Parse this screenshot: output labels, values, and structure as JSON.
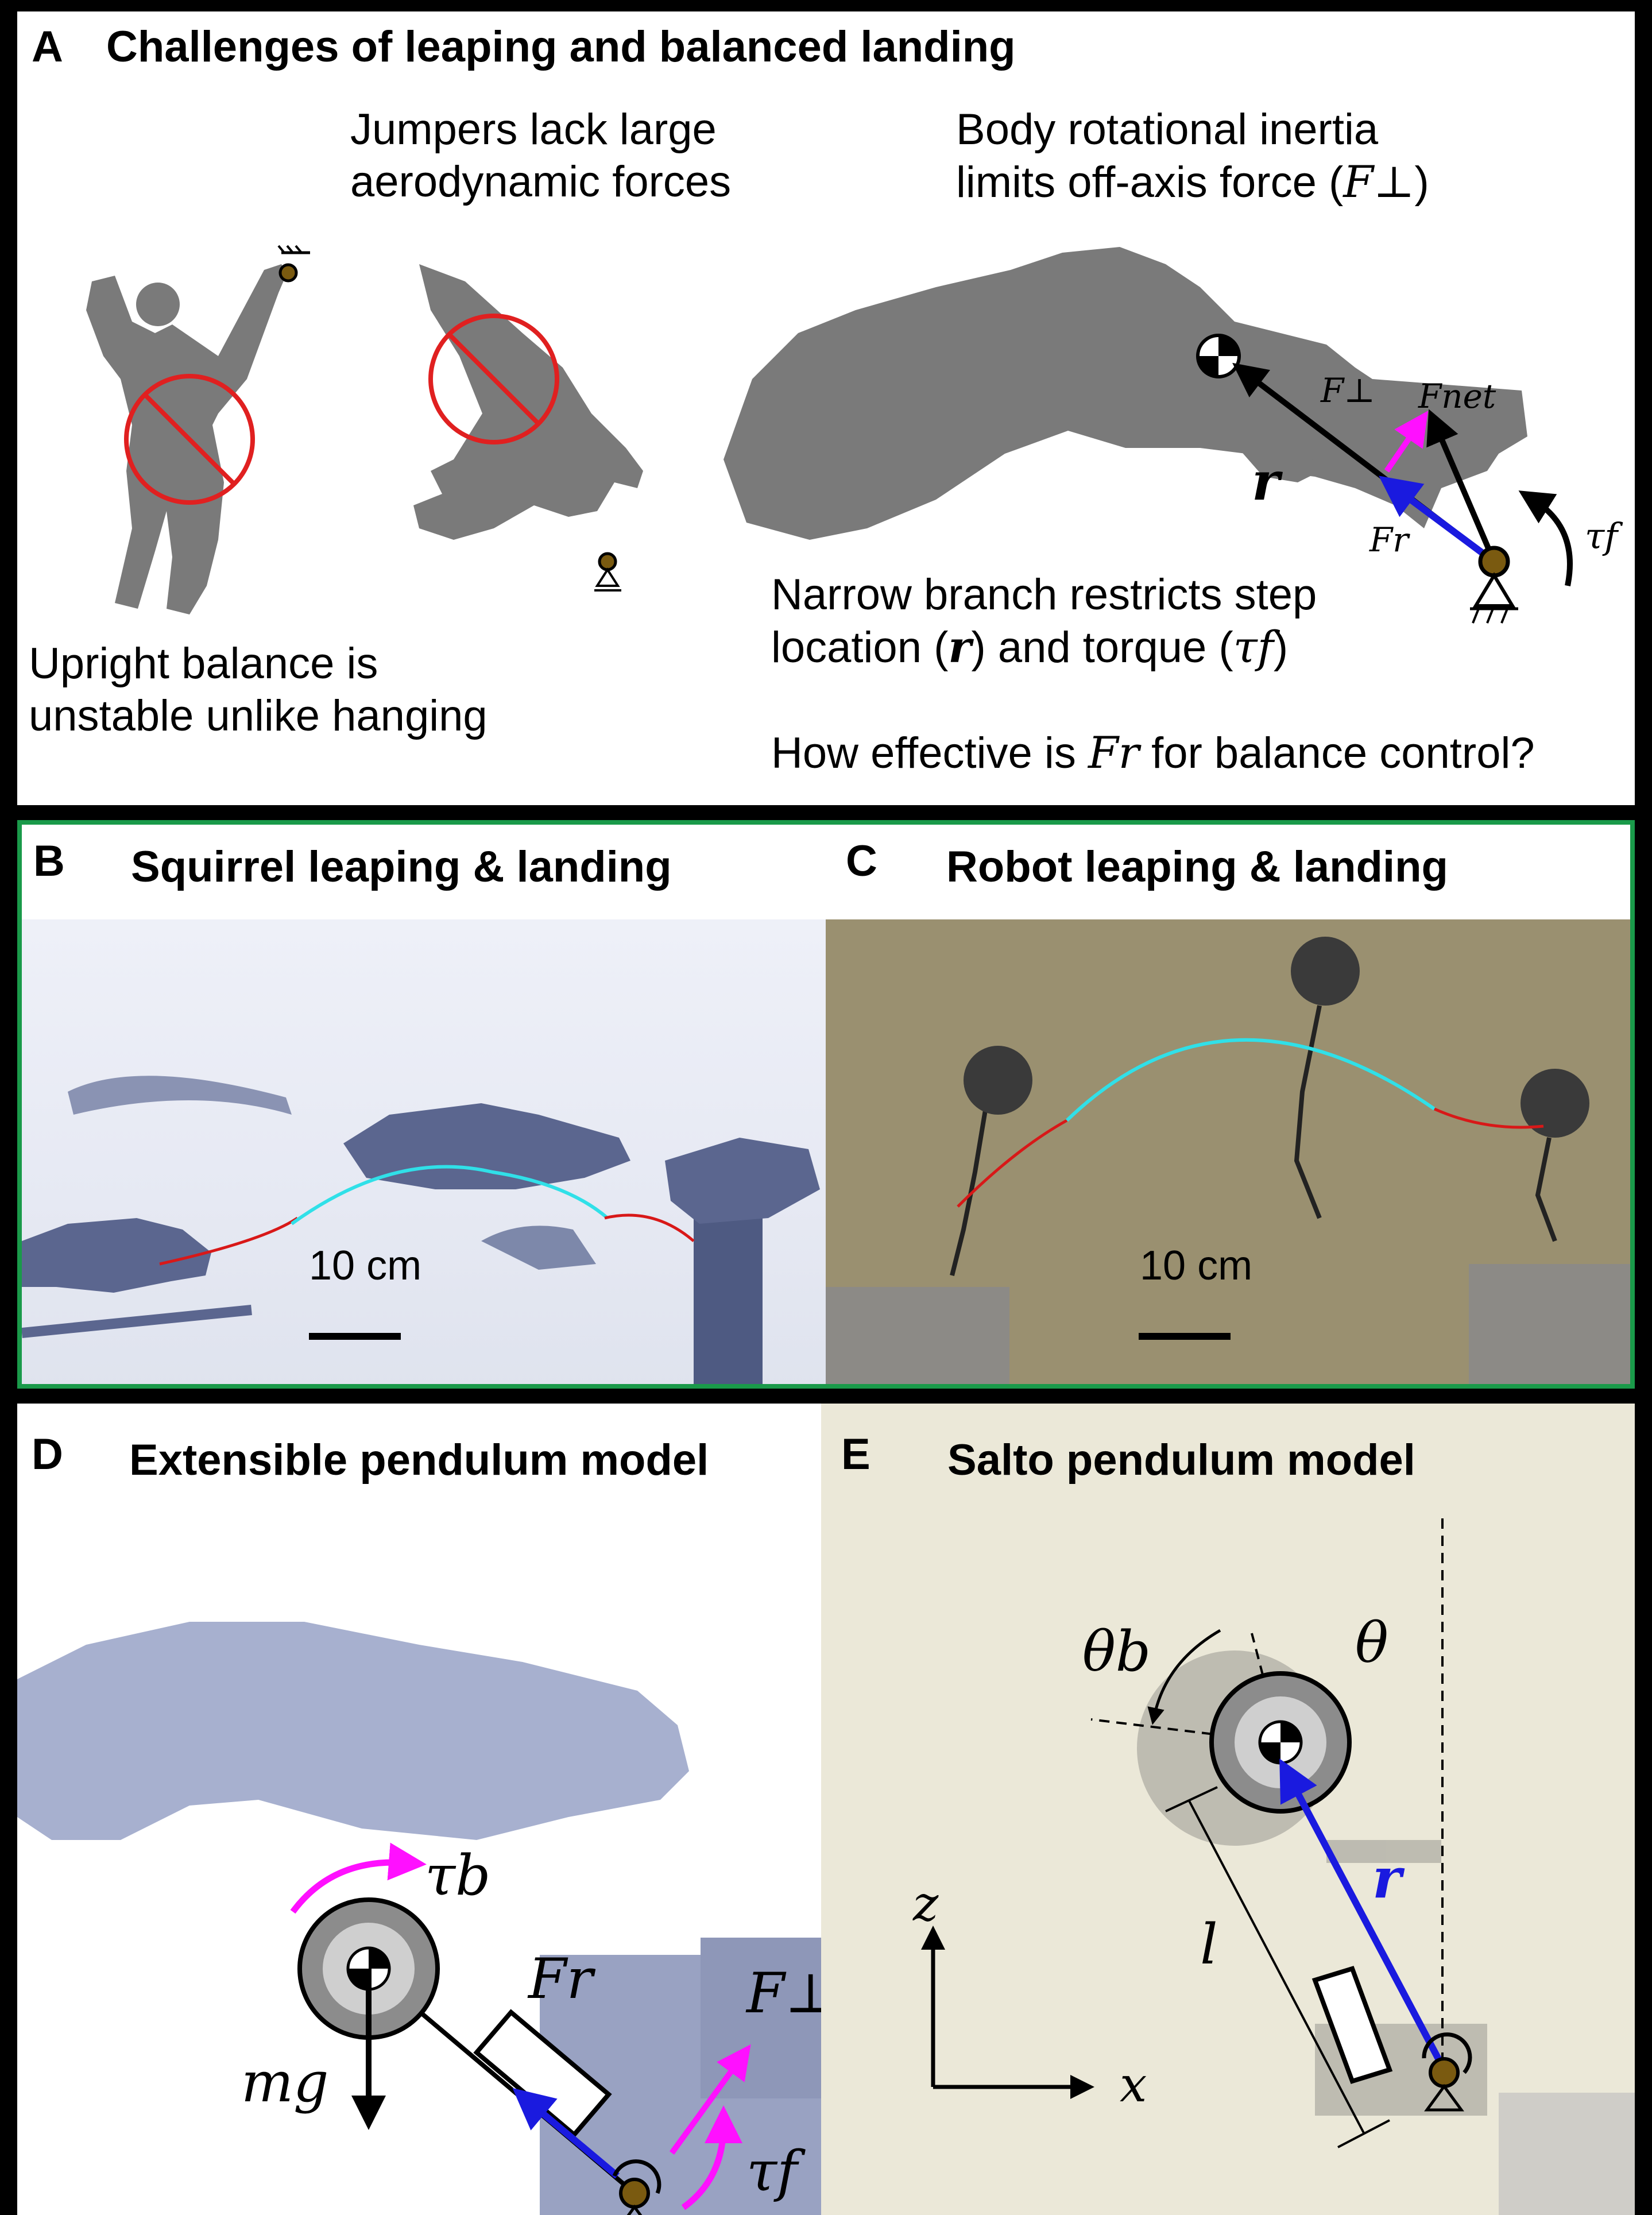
{
  "panelA": {
    "letter": "A",
    "title": "Challenges of leaping and balanced landing",
    "jumpers_line1": "Jumpers lack large",
    "jumpers_line2": "aerodynamic forces",
    "inertia_line1": "Body rotational inertia",
    "inertia_line2_pre": "limits off-axis force (",
    "inertia_sym": "F⊥",
    "inertia_line2_post": ")",
    "upright_line1": "Upright balance is",
    "upright_line2": "unstable unlike hanging",
    "branch_line1": "Narrow branch restricts step",
    "branch_line2_a": "location (",
    "branch_r": "r",
    "branch_line2_b": ") and torque (",
    "branch_tau": "τf",
    "branch_line2_c": ")",
    "question_pre": "How effective is ",
    "question_sym": "Fr",
    "question_post": " for balance control?",
    "sym_F_perp": "F⊥",
    "sym_F_net": "Fnet",
    "sym_r": "r",
    "sym_F_r": "Fr",
    "sym_tau_f": "τf"
  },
  "panelB": {
    "letter": "B",
    "title": "Squirrel leaping & landing",
    "scale_label": "10 cm"
  },
  "panelC": {
    "letter": "C",
    "title": "Robot leaping & landing",
    "scale_label": "10 cm"
  },
  "panelD": {
    "letter": "D",
    "title": "Extensible pendulum model",
    "sym_tau_b": "τb",
    "sym_F_r": "Fr",
    "sym_F_perp": "F⊥",
    "sym_mg": "mg",
    "sym_tau_f": "τf"
  },
  "panelE": {
    "letter": "E",
    "title": "Salto pendulum model",
    "sym_theta_b": "θb",
    "sym_theta": "θ",
    "sym_r": "r",
    "sym_l": "l",
    "axis_z": "z",
    "axis_x": "x"
  },
  "colors": {
    "panel_border_green": "#1a9a4a",
    "force_blue": "#1a1adf",
    "force_magenta": "#ff10ff",
    "trajectory_red": "#d81818",
    "trajectory_cyan": "#30e0e8",
    "no_symbol_red": "#e02020",
    "silhouette_gray": "#7a7a7a",
    "joint_brown": "#7a5a10"
  }
}
